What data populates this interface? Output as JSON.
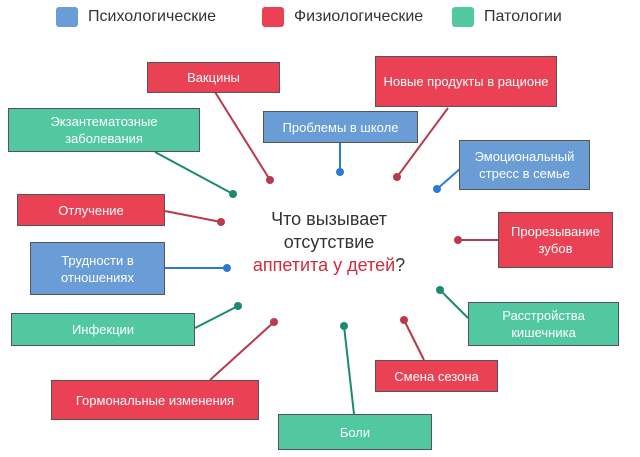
{
  "legend": [
    {
      "label": "Психологические",
      "color": "#6a9cd6"
    },
    {
      "label": "Физиологические",
      "color": "#ea4254"
    },
    {
      "label": "Патологии",
      "color": "#52c8a0"
    }
  ],
  "center": {
    "line1": "Что вызывает",
    "line2": "отсутствие",
    "line3_highlight": "аппетита у детей",
    "line3_end": "?"
  },
  "causes": {
    "vaccines": {
      "label": "Вакцины",
      "category": "Физиологические"
    },
    "new_foods": {
      "label": "Новые продукты в рационе",
      "category": "Физиологические"
    },
    "exanthema": {
      "label": "Экзантематозные заболевания",
      "category": "Патологии"
    },
    "school_problems": {
      "label": "Проблемы в школе",
      "category": "Психологические"
    },
    "family_stress": {
      "label": "Эмоциональный стресс в семье",
      "category": "Психологические"
    },
    "weaning": {
      "label": "Отлучение",
      "category": "Физиологические"
    },
    "teething": {
      "label": "Прорезывание зубов",
      "category": "Физиологические"
    },
    "relationships": {
      "label": "Трудности в отношениях",
      "category": "Психологические"
    },
    "intestinal": {
      "label": "Расстройства кишечника",
      "category": "Патологии"
    },
    "infections": {
      "label": "Инфекции",
      "category": "Патологии"
    },
    "season_change": {
      "label": "Смена сезона",
      "category": "Физиологические"
    },
    "hormonal": {
      "label": "Гормональные изменения",
      "category": "Физиологические"
    },
    "pain": {
      "label": "Боли",
      "category": "Патологии"
    }
  },
  "colors": {
    "psych": "#6a9cd6",
    "phys": "#ea4254",
    "path": "#52c8a0",
    "phys_line": "#b83a4c",
    "path_line": "#1a8a70",
    "psych_line": "#2a7ad6"
  }
}
